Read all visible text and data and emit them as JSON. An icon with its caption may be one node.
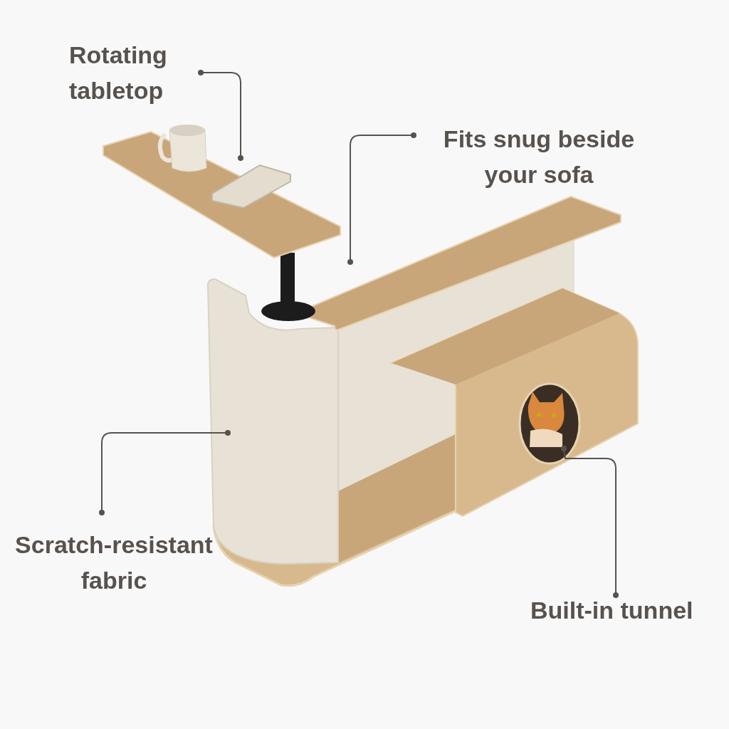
{
  "diagram": {
    "nodes": [
      {
        "text": [
          "Rotating tabletop"
        ]
      },
      {
        "text": [
          "Fits snug beside your sofa"
        ]
      },
      {
        "text": [
          "Scratch-resistant fabric"
        ]
      },
      {
        "text": [
          "Built-in tunnel"
        ]
      },
      {
        "text": [],
        "shape": "picture"
      }
    ],
    "edges": [
      {
        "from": 0,
        "to": null,
        "arrow": "other"
      },
      {
        "from": 1,
        "to": null,
        "arrow": "other"
      },
      {
        "from": 2,
        "to": null,
        "arrow": "other"
      },
      {
        "from": 3,
        "to": 4,
        "arrow": "other"
      }
    ]
  }
}
